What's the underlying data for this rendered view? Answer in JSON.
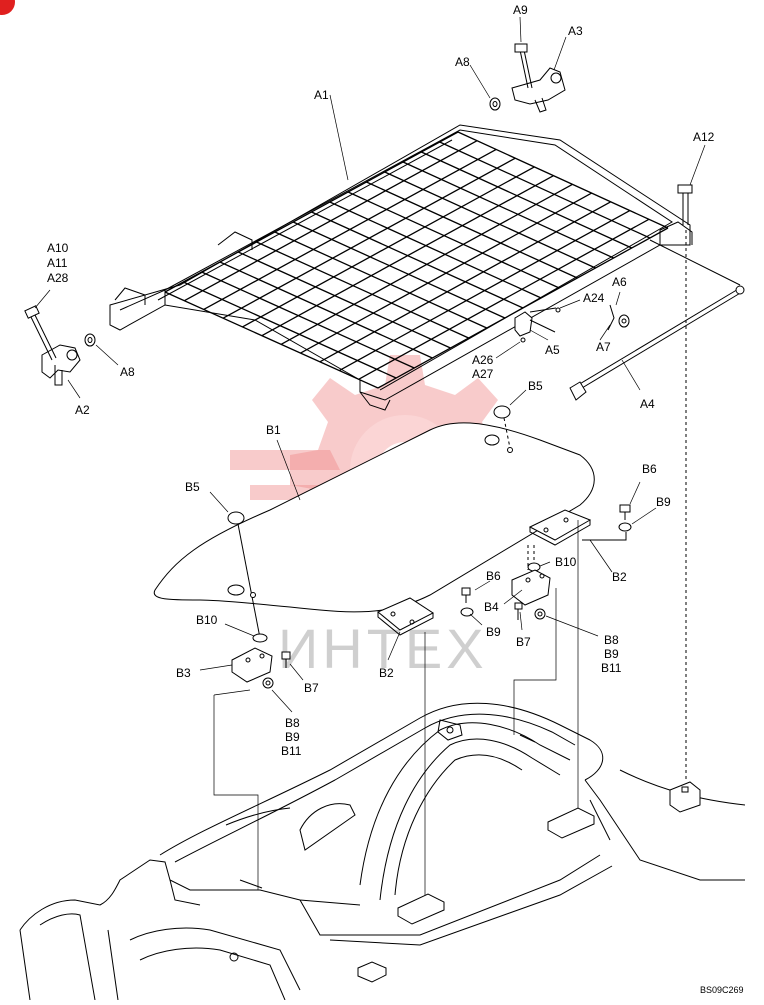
{
  "diagram_code": "BS09C269",
  "watermark_text": "ИНТЕХ",
  "badge_color": "#e0201f",
  "watermark_color": "#f08c8c",
  "callouts": {
    "A1": "A1",
    "A2": "A2",
    "A3": "A3",
    "A4": "A4",
    "A5": "A5",
    "A6": "A6",
    "A7": "A7",
    "A8_top": "A8",
    "A8_left": "A8",
    "A9": "A9",
    "A10": "A10",
    "A11": "A11",
    "A12": "A12",
    "A24": "A24",
    "A26": "A26",
    "A27": "A27",
    "A28": "A28",
    "B1": "B1",
    "B2_right": "B2",
    "B2_left": "B2",
    "B3": "B3",
    "B4": "B4",
    "B5_top": "B5",
    "B5_left": "B5",
    "B6_top": "B6",
    "B6_mid": "B6",
    "B7_right": "B7",
    "B7_left": "B7",
    "B8_right": "B8",
    "B9_right_stack": "B9",
    "B11_right": "B11",
    "B8_left": "B8",
    "B9_left_stack": "B9",
    "B11_left": "B11",
    "B9_top": "B9",
    "B9_mid": "B9",
    "B10_right": "B10",
    "B10_left": "B10"
  }
}
